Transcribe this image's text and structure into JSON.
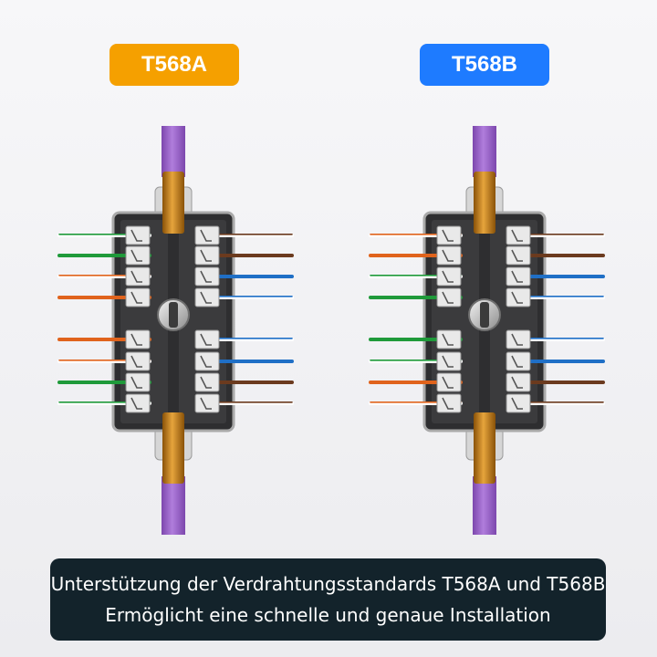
{
  "badges": {
    "left": "T568A",
    "right": "T568B"
  },
  "colors": {
    "badge_left": "#f5a000",
    "badge_right": "#1e7bff",
    "cable": "#9b64c9",
    "copper_sleeve": "#c9821a",
    "caption_bg": "#13232b"
  },
  "caption": {
    "line1": "Unterstützung der Verdrahtungsstandards T568A und T568B",
    "line2": "Ermöglicht eine schnelle und genaue Installation"
  },
  "connectors": [
    {
      "standard": "T568A",
      "left_top": [
        "green-white",
        "green",
        "orange-white",
        "orange"
      ],
      "left_bottom": [
        "orange",
        "orange-white",
        "green",
        "green-white"
      ],
      "right_top": [
        "brown-white",
        "brown",
        "blue",
        "blue-white"
      ],
      "right_bottom": [
        "blue-white",
        "blue",
        "brown",
        "brown-white"
      ]
    },
    {
      "standard": "T568B",
      "left_top": [
        "orange-white",
        "orange",
        "green-white",
        "green"
      ],
      "left_bottom": [
        "green",
        "green-white",
        "orange",
        "orange-white"
      ],
      "right_top": [
        "brown-white",
        "brown",
        "blue",
        "blue-white"
      ],
      "right_bottom": [
        "blue-white",
        "blue",
        "brown",
        "brown-white"
      ]
    }
  ]
}
